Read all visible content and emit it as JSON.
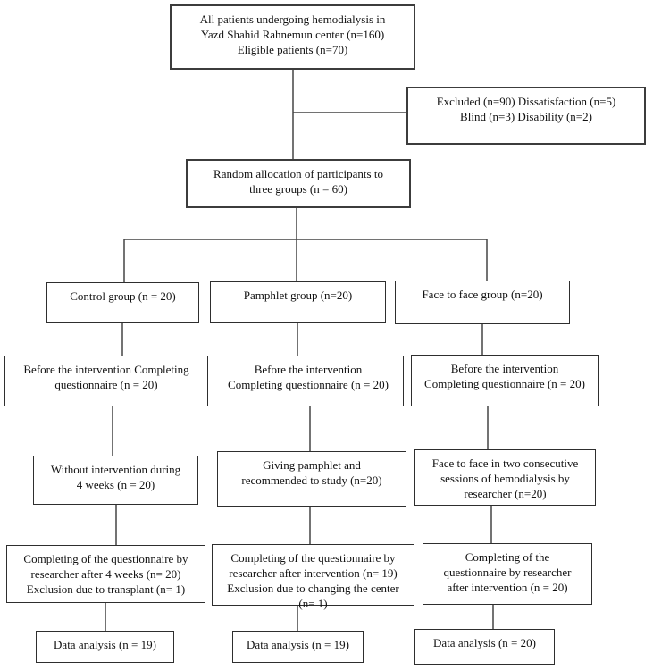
{
  "diagram": {
    "type": "flowchart",
    "line_color": "#444444",
    "box_border_color": "#2e2e2e",
    "background_color": "#ffffff",
    "nodes": {
      "eligible": {
        "lines": [
          "All patients undergoing hemodialysis in",
          "Yazd Shahid Rahnemun center (n=160)",
          "Eligible patients (n=70)"
        ]
      },
      "excluded": {
        "lines": [
          "Excluded (n=90) Dissatisfaction (n=5)",
          "Blind (n=3) Disability (n=2)"
        ]
      },
      "random_allocation": {
        "lines": [
          "Random allocation of participants to",
          "three groups (n = 60)"
        ]
      },
      "control_group": {
        "lines": [
          "Control group (n = 20)"
        ]
      },
      "pamphlet_group": {
        "lines": [
          "Pamphlet group (n=20)"
        ]
      },
      "face_group": {
        "lines": [
          "Face to face group (n=20)"
        ]
      },
      "before_control": {
        "lines": [
          "Before the intervention Completing",
          "questionnaire (n = 20)"
        ]
      },
      "before_pamphlet": {
        "lines": [
          "Before the intervention",
          "Completing questionnaire (n = 20)"
        ]
      },
      "before_face": {
        "lines": [
          "Before the intervention",
          "Completing questionnaire (n = 20)"
        ]
      },
      "during_control": {
        "lines": [
          "Without intervention during",
          "4 weeks (n = 20)"
        ]
      },
      "during_pamphlet": {
        "lines": [
          "Giving pamphlet and",
          "recommended to study (n=20)"
        ]
      },
      "during_face": {
        "lines": [
          "Face to face in two consecutive",
          "sessions of hemodialysis by",
          "researcher (n=20)"
        ]
      },
      "after_control": {
        "lines": [
          "Completing of the questionnaire by",
          "researcher after 4 weeks (n= 20)",
          "Exclusion due to transplant (n= 1)"
        ]
      },
      "after_pamphlet": {
        "lines": [
          "Completing of the questionnaire by",
          "researcher after intervention (n= 19)",
          "Exclusion due to changing the center",
          "(n= 1)"
        ]
      },
      "after_face": {
        "lines": [
          "Completing of the",
          "questionnaire by researcher",
          "after intervention (n = 20)"
        ]
      },
      "analysis_control": {
        "lines": [
          "Data analysis (n = 19)"
        ]
      },
      "analysis_pamphlet": {
        "lines": [
          "Data analysis (n = 19)"
        ]
      },
      "analysis_face": {
        "lines": [
          "Data analysis (n = 20)"
        ]
      }
    }
  }
}
